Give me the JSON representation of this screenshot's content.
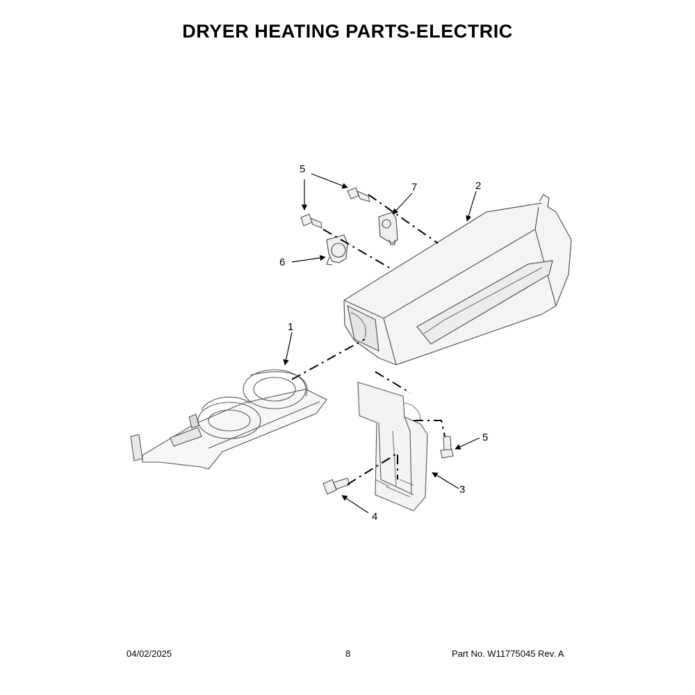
{
  "title": "DRYER HEATING PARTS-ELECTRIC",
  "footer": {
    "date": "04/02/2025",
    "page": "8",
    "part_no": "Part No.  W11775045  Rev.  A"
  },
  "callouts": {
    "c1": "1",
    "c2": "2",
    "c3": "3",
    "c4": "4",
    "c5a": "5",
    "c5b": "5",
    "c6": "6",
    "c7": "7"
  }
}
